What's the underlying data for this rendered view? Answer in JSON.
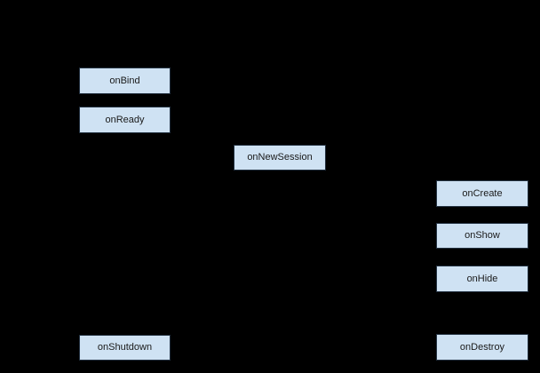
{
  "diagram": {
    "type": "lifecycle-flow",
    "background": "#000000",
    "nodes": [
      {
        "id": "onBind",
        "label": "onBind"
      },
      {
        "id": "onReady",
        "label": "onReady"
      },
      {
        "id": "onNewSession",
        "label": "onNewSession"
      },
      {
        "id": "onCreate",
        "label": "onCreate"
      },
      {
        "id": "onShow",
        "label": "onShow"
      },
      {
        "id": "onHide",
        "label": "onHide"
      },
      {
        "id": "onShutdown",
        "label": "onShutdown"
      },
      {
        "id": "onDestroy",
        "label": "onDestroy"
      }
    ]
  },
  "palette": {
    "canvas_bg": "#000000",
    "node_fill": "#cfe2f3",
    "node_border": "#22303f",
    "node_text": "#1a1a1a"
  }
}
